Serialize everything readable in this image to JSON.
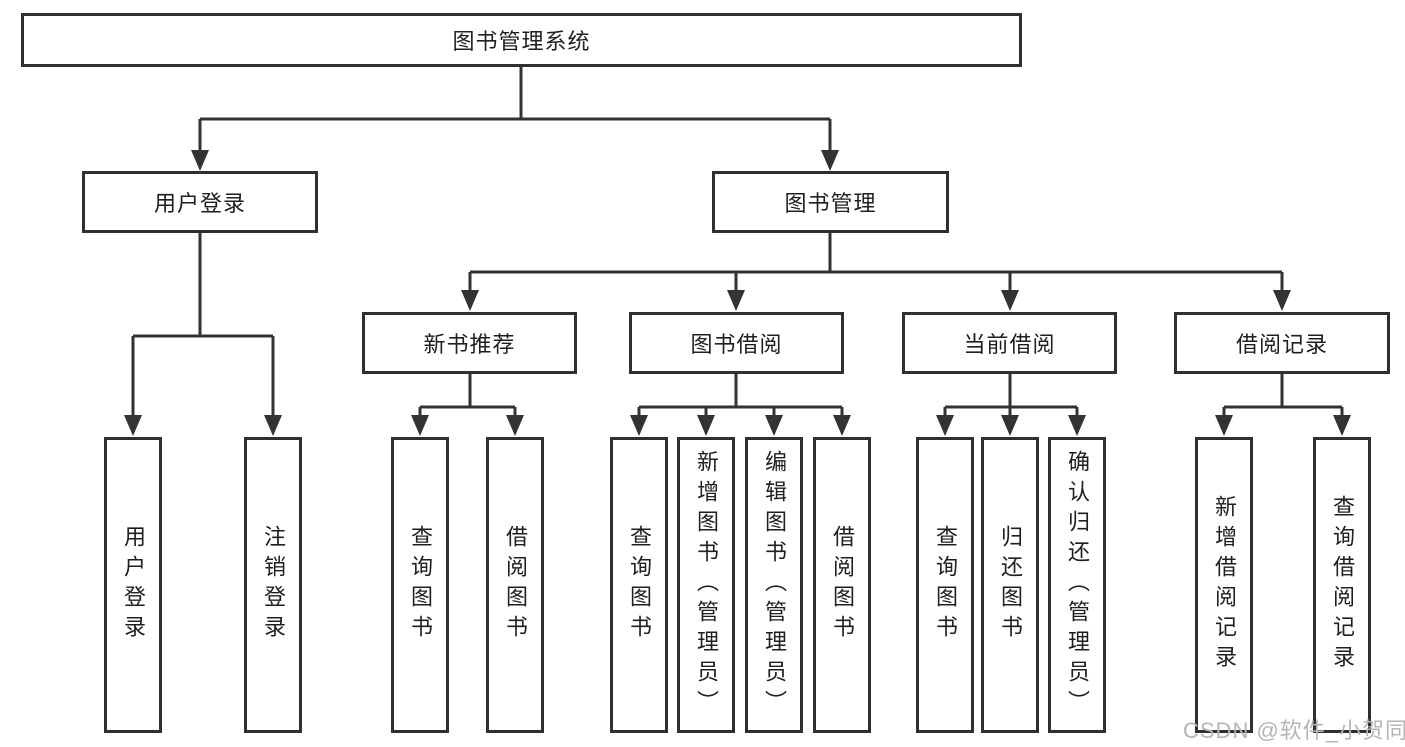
{
  "diagram": {
    "title": "图书管理系统",
    "root": {
      "label": "图书管理系统"
    },
    "branches": [
      {
        "label": "用户登录",
        "children": [
          {
            "label": "用户登录"
          },
          {
            "label": "注销登录"
          }
        ]
      },
      {
        "label": "图书管理",
        "children": [
          {
            "label": "新书推荐",
            "children": [
              {
                "label": "查询图书"
              },
              {
                "label": "借阅图书"
              }
            ]
          },
          {
            "label": "图书借阅",
            "children": [
              {
                "label": "查询图书"
              },
              {
                "label": "新增图书（管理员）"
              },
              {
                "label": "编辑图书（管理员）"
              },
              {
                "label": "借阅图书"
              }
            ]
          },
          {
            "label": "当前借阅",
            "children": [
              {
                "label": "查询图书"
              },
              {
                "label": "归还图书"
              },
              {
                "label": "确认归还（管理员）"
              }
            ]
          },
          {
            "label": "借阅记录",
            "children": [
              {
                "label": "新增借阅记录"
              },
              {
                "label": "查询借阅记录"
              }
            ]
          }
        ]
      }
    ]
  },
  "watermark": {
    "text": "CSDN @软件_小贺同学"
  },
  "colors": {
    "line": "#333333",
    "box_border": "#2f2f2f",
    "text": "#1f1f1f",
    "watermark": "#b5b5b5",
    "background": "#ffffff"
  }
}
